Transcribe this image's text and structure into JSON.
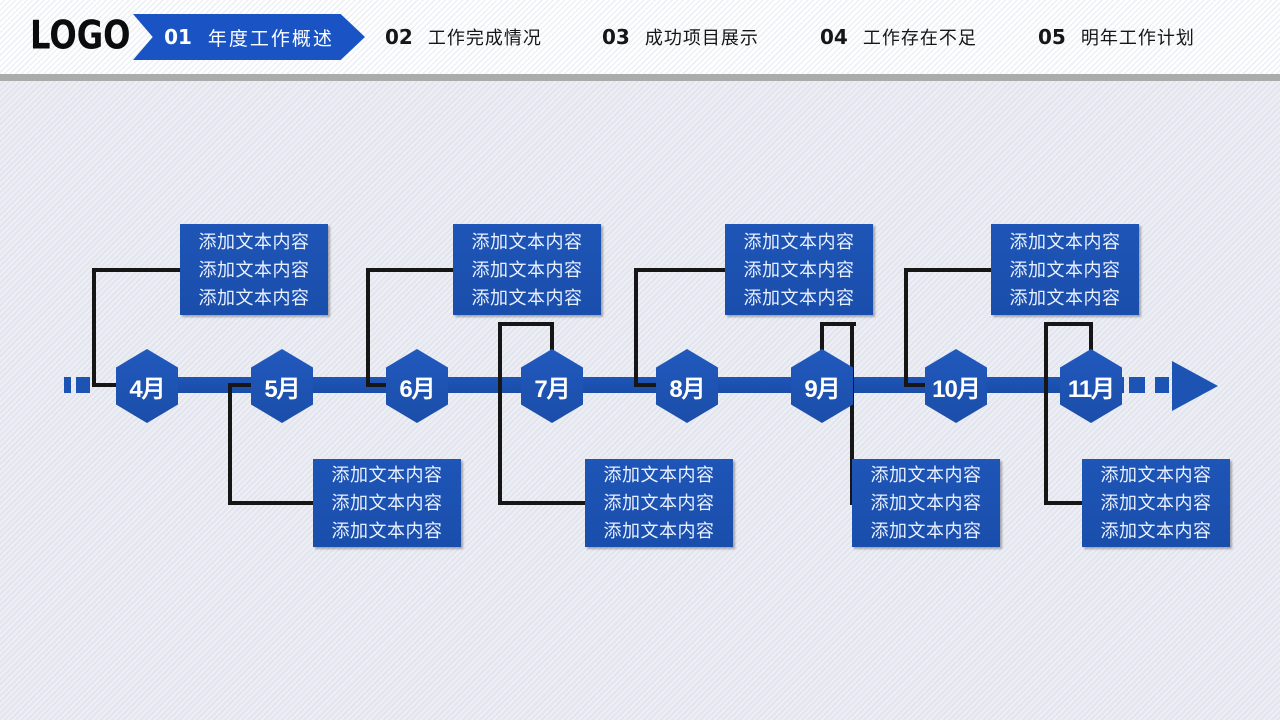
{
  "header": {
    "logo": "LOGO",
    "nav": [
      {
        "num": "01",
        "label": "年度工作概述",
        "active": true
      },
      {
        "num": "02",
        "label": "工作完成情况",
        "active": false
      },
      {
        "num": "03",
        "label": "成功项目展示",
        "active": false
      },
      {
        "num": "04",
        "label": "工作存在不足",
        "active": false
      },
      {
        "num": "05",
        "label": "明年工作计划",
        "active": false
      }
    ]
  },
  "timeline": {
    "months": [
      {
        "label": "4月",
        "box": "top",
        "lines": [
          "添加文本内容",
          "添加文本内容",
          "添加文本内容"
        ]
      },
      {
        "label": "5月",
        "box": "bottom",
        "lines": [
          "添加文本内容",
          "添加文本内容",
          "添加文本内容"
        ]
      },
      {
        "label": "6月",
        "box": "top",
        "lines": [
          "添加文本内容",
          "添加文本内容",
          "添加文本内容"
        ]
      },
      {
        "label": "7月",
        "box": "bottom",
        "lines": [
          "添加文本内容",
          "添加文本内容",
          "添加文本内容"
        ]
      },
      {
        "label": "8月",
        "box": "top",
        "lines": [
          "添加文本内容",
          "添加文本内容",
          "添加文本内容"
        ]
      },
      {
        "label": "9月",
        "box": "bottom",
        "lines": [
          "添加文本内容",
          "添加文本内容",
          "添加文本内容"
        ]
      },
      {
        "label": "10月",
        "box": "top",
        "lines": [
          "添加文本内容",
          "添加文本内容",
          "添加文本内容"
        ]
      },
      {
        "label": "11月",
        "box": "bottom",
        "lines": [
          "添加文本内容",
          "添加文本内容",
          "添加文本内容"
        ]
      }
    ]
  },
  "colors": {
    "primary_blue": "#1d53b3",
    "banner_blue": "#1a54c4",
    "connector_black": "#161616",
    "divider_gray": "#ababab"
  }
}
